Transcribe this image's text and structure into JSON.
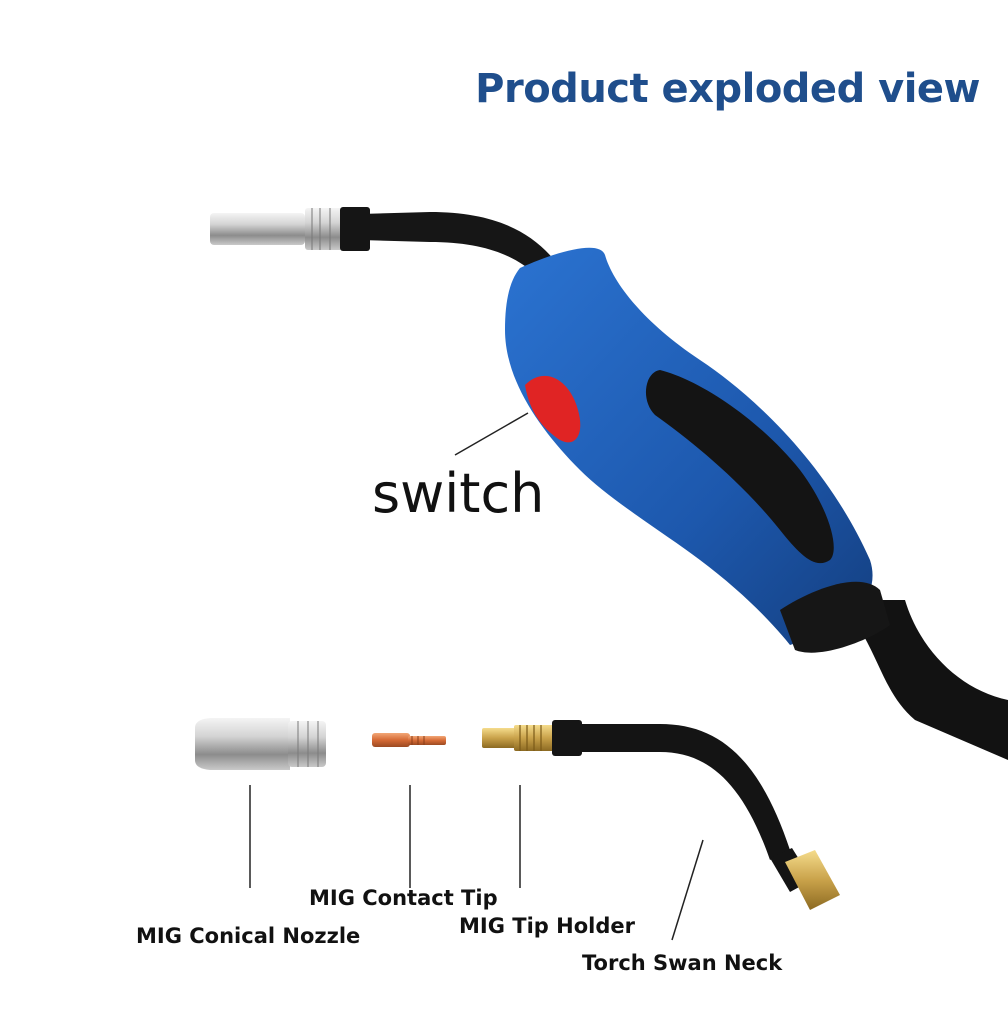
{
  "title": "Product exploded view",
  "colors": {
    "title": "#1f4e8c",
    "handle_blue": "#1f5fb8",
    "trigger_red": "#e02424",
    "grip_black": "#151515",
    "copper": "#d9743f",
    "brass": "#c9a24a",
    "silver": "#c8c8c8"
  },
  "labels": {
    "switch": "switch",
    "conical_nozzle": "MIG Conical Nozzle",
    "contact_tip": "MIG Contact Tip",
    "tip_holder": "MIG Tip Holder",
    "swan_neck": "Torch Swan Neck"
  },
  "icons": [
    "welding-torch-assembled",
    "conical-nozzle-icon",
    "contact-tip-icon",
    "tip-holder-icon",
    "swan-neck-icon"
  ]
}
